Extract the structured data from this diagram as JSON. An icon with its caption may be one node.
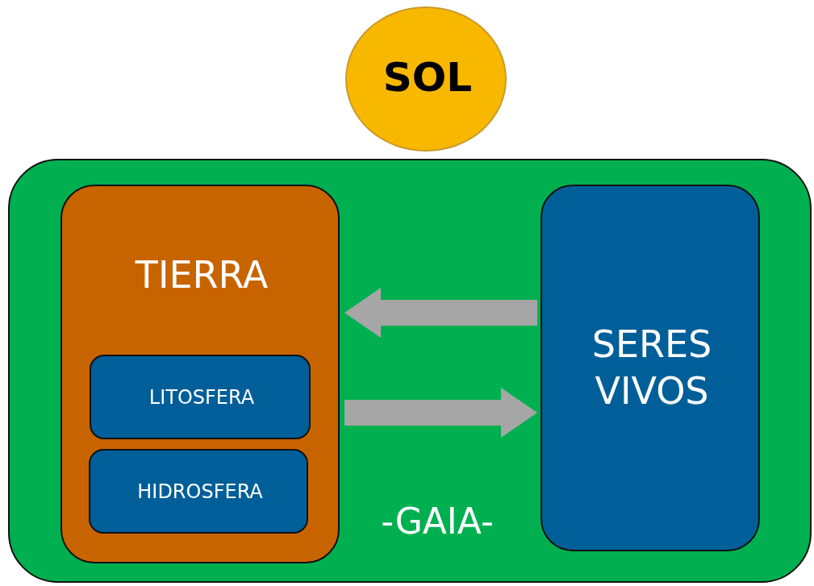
{
  "diagram": {
    "nodes": [
      {
        "text": [
          "SOL"
        ]
      },
      {
        "text": [
          "-GAIA-"
        ]
      },
      {
        "text": [
          "TIERRA"
        ],
        "in": 1
      },
      {
        "text": [
          "LITOSFERA"
        ],
        "in": 2
      },
      {
        "text": [
          "HIDROSFERA"
        ],
        "in": 2
      },
      {
        "text": [
          "SERES VIVOS"
        ],
        "in": 1
      }
    ],
    "edges": [
      {
        "from": 5,
        "to": 2,
        "arrow": "to",
        "style": "thick"
      },
      {
        "from": 2,
        "to": 5,
        "arrow": "to",
        "style": "thick"
      }
    ]
  }
}
